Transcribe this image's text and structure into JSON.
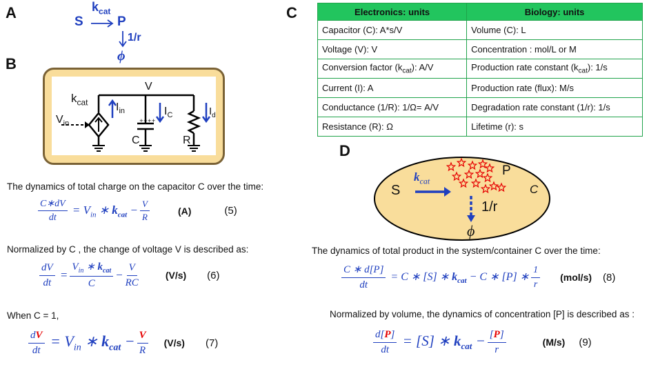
{
  "panel_labels": {
    "a": "A",
    "b": "B",
    "c": "C",
    "d": "D"
  },
  "reaction": {
    "s": "S",
    "k": "k",
    "k_sub": "cat",
    "p": "P",
    "rate": "1/r",
    "phi": "ϕ"
  },
  "circuit": {
    "kcat_k": "k",
    "kcat_sub": "cat",
    "v": "V",
    "vin": "V",
    "vin_sub": "in",
    "iin": "I",
    "iin_sub": "in",
    "ic": "I",
    "ic_sub": "C",
    "id": "I",
    "id_sub": "d",
    "c": "C",
    "r": "R"
  },
  "table": {
    "headers": [
      "Electronics: units",
      "Biology: units"
    ],
    "rows": [
      {
        "elec_pre": "Capacitor (C):  A*s/V",
        "elec_sub": "",
        "elec_post": "",
        "bio_pre": "Volume (C):  L",
        "bio_sub": "",
        "bio_post": ""
      },
      {
        "elec_pre": "Voltage (V):  V",
        "elec_sub": "",
        "elec_post": "",
        "bio_pre": "Concentration : mol/L or M",
        "bio_sub": "",
        "bio_post": ""
      },
      {
        "elec_pre": "Conversion factor (k",
        "elec_sub": "cat",
        "elec_post": "): A/V",
        "bio_pre": "Production rate constant (k",
        "bio_sub": "cat",
        "bio_post": "): 1/s"
      },
      {
        "elec_pre": "Current (I): A",
        "elec_sub": "",
        "elec_post": "",
        "bio_pre": "Production rate (flux): M/s",
        "bio_sub": "",
        "bio_post": ""
      },
      {
        "elec_pre": "Conductance (1/R):  1/Ω= A/V",
        "elec_sub": "",
        "elec_post": "",
        "bio_pre": "Degradation rate constant (1/r):  1/s",
        "bio_sub": "",
        "bio_post": ""
      },
      {
        "elec_pre": "Resistance (R): Ω",
        "elec_sub": "",
        "elec_post": "",
        "bio_pre": "Lifetime (r): s",
        "bio_sub": "",
        "bio_post": ""
      }
    ]
  },
  "cell": {
    "s": "S",
    "kcat": "k",
    "kcat_sub": "cat",
    "p": "P",
    "c": "C",
    "rate": "1/r",
    "phi": "ϕ"
  },
  "text": {
    "desc_a": "The dynamics of total charge on the capacitor C over the time:",
    "desc_b": "Normalized by C , the change of voltage V is described as:",
    "desc_c": "When C = 1,",
    "desc_d": "The dynamics of total product in the system/container C over the time:",
    "desc_e": "Normalized by volume, the dynamics of concentration [P] is described as :"
  },
  "equations": {
    "eq5": {
      "num": "C∗dV",
      "den": "dt",
      "unit": "(A)",
      "no": "(5)"
    },
    "eq6": {
      "num": "dV",
      "den": "dt",
      "unit": "(V/s)",
      "no": "(6)"
    },
    "eq7": {
      "num_d": "d",
      "num_v": "V",
      "den": "dt",
      "unit": "(V/s)",
      "no": "(7)"
    },
    "eq8": {
      "num": "C ∗ d[P]",
      "den": "dt",
      "unit": "(mol/s)",
      "no": "(8)"
    },
    "eq9": {
      "num_d": "d[",
      "num_p": "P",
      "num_end": "]",
      "den": "dt",
      "unit": "(M/s)",
      "no": "(9)"
    }
  },
  "colors": {
    "equation_blue": "#1f3fbf",
    "highlight_red": "#e60000",
    "table_header_green": "#22c55e",
    "cell_fill": "#f9dd9b"
  }
}
